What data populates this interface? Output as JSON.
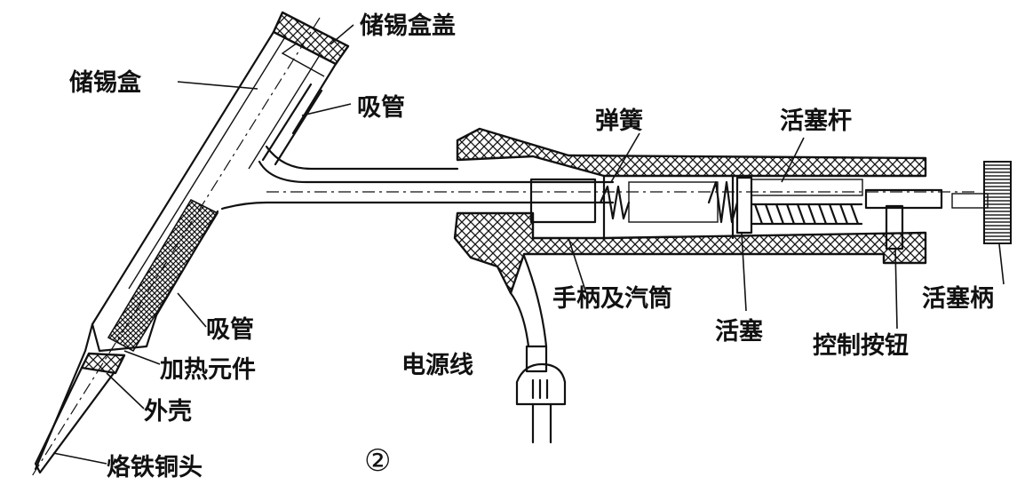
{
  "figure_number": "②",
  "labels": {
    "tin_box_lid": "储锡盒盖",
    "tin_box": "储锡盒",
    "suction_tube_top": "吸管",
    "spring": "弹簧",
    "piston_rod": "活塞杆",
    "handle_cylinder": "手柄及汽筒",
    "piston": "活塞",
    "control_button": "控制按钮",
    "piston_handle": "活塞柄",
    "suction_tube_bottom": "吸管",
    "heating_element": "加热元件",
    "outer_shell": "外壳",
    "power_cord": "电源线",
    "copper_tip": "烙铁铜头"
  },
  "colors": {
    "ink": "#111111",
    "paper": "#ffffff"
  }
}
